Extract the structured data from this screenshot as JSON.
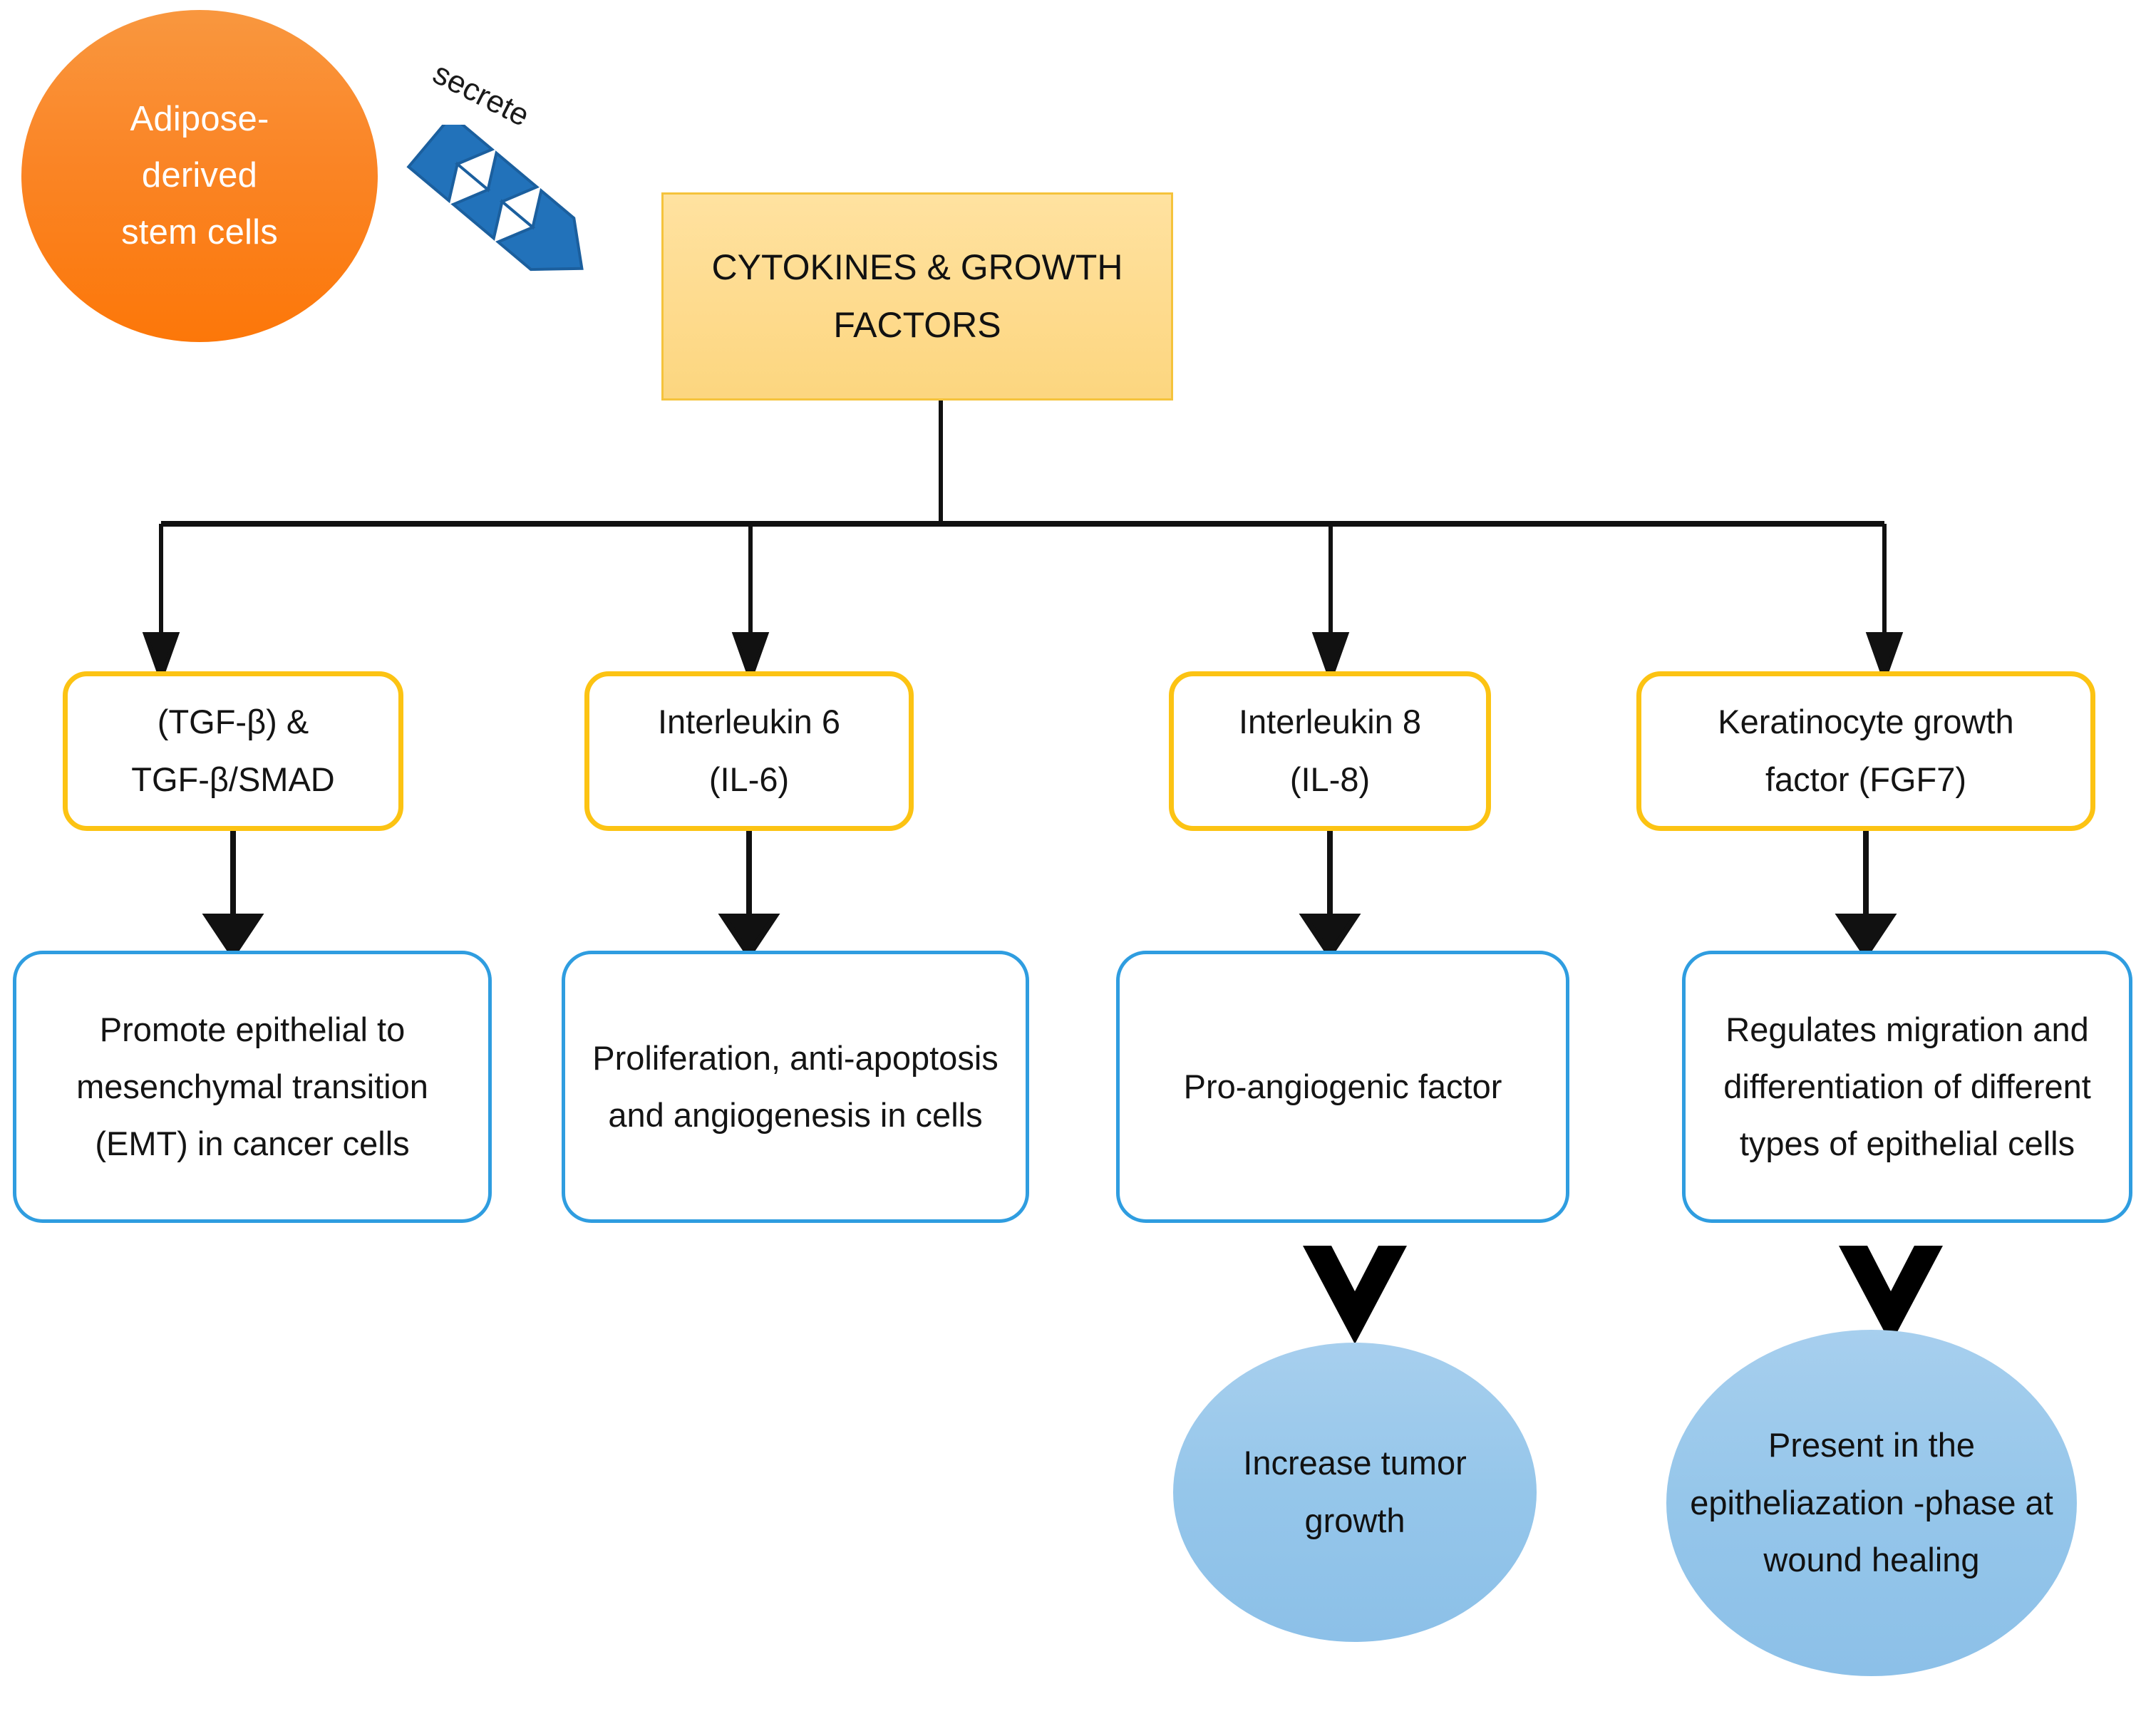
{
  "diagram": {
    "source": {
      "label": "Adipose-\nderived\nstem cells",
      "color": "#fa8526"
    },
    "secrete_label": "secrete",
    "arrow": {
      "name": "secrete-block-arrow",
      "color": "#2272ba"
    },
    "hub": {
      "label": "CYTOKINES & GROWTH FACTORS",
      "fill": "#fedb8e",
      "border": "#f5c33c"
    },
    "factors": [
      {
        "label": "(TGF-β) &\nTGF-β/SMAD"
      },
      {
        "label": "Interleukin 6\n(IL-6)"
      },
      {
        "label": "Interleukin 8\n(IL-8)"
      },
      {
        "label": "Keratinocyte growth\nfactor (FGF7)"
      }
    ],
    "factor_border_color": "#fcc313",
    "effects": [
      {
        "label": "Promote epithelial to mesenchymal transition (EMT) in cancer cells"
      },
      {
        "label": "Proliferation, anti-apoptosis and angiogenesis in cells"
      },
      {
        "label": "Pro-angiogenic factor"
      },
      {
        "label": "Regulates migration and differentiation of different types of epithelial cells"
      }
    ],
    "effect_border_color": "#2f9de0",
    "outcomes": [
      {
        "label": "Increase tumor growth"
      },
      {
        "label": "Present in the epitheliazation -phase at wound healing"
      }
    ],
    "outcome_fill": "#95c6ea"
  }
}
